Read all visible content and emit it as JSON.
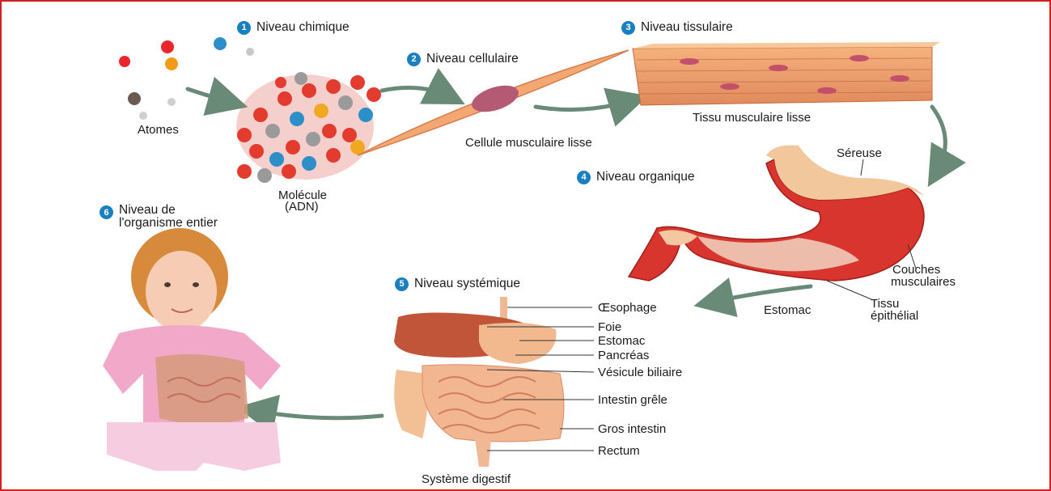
{
  "levels": [
    {
      "num": "1",
      "label": "Niveau chimique"
    },
    {
      "num": "2",
      "label": "Niveau cellulaire"
    },
    {
      "num": "3",
      "label": "Niveau tissulaire"
    },
    {
      "num": "4",
      "label": "Niveau organique"
    },
    {
      "num": "5",
      "label": "Niveau systémique"
    },
    {
      "num": "6",
      "label_line1": "Niveau de",
      "label_line2": "l'organisme entier"
    }
  ],
  "labels": {
    "atomes": "Atomes",
    "molecule_line1": "Molécule",
    "molecule_line2": "(ADN)",
    "cellule": "Cellule musculaire lisse",
    "tissu": "Tissu musculaire lisse",
    "sereuse": "Séreuse",
    "couches_line1": "Couches",
    "couches_line2": "musculaires",
    "estomac_organ": "Estomac",
    "tissu_epi_line1": "Tissu",
    "tissu_epi_line2": "épithélial",
    "systeme": "Système digestif"
  },
  "digestive_labels": [
    "Œsophage",
    "Foie",
    "Estomac",
    "Pancréas",
    "Vésicule biliaire",
    "Intestin grêle",
    "Gros intestin",
    "Rectum"
  ],
  "colors": {
    "badge": "#1a7fbf",
    "frame": "#d32020"
  }
}
